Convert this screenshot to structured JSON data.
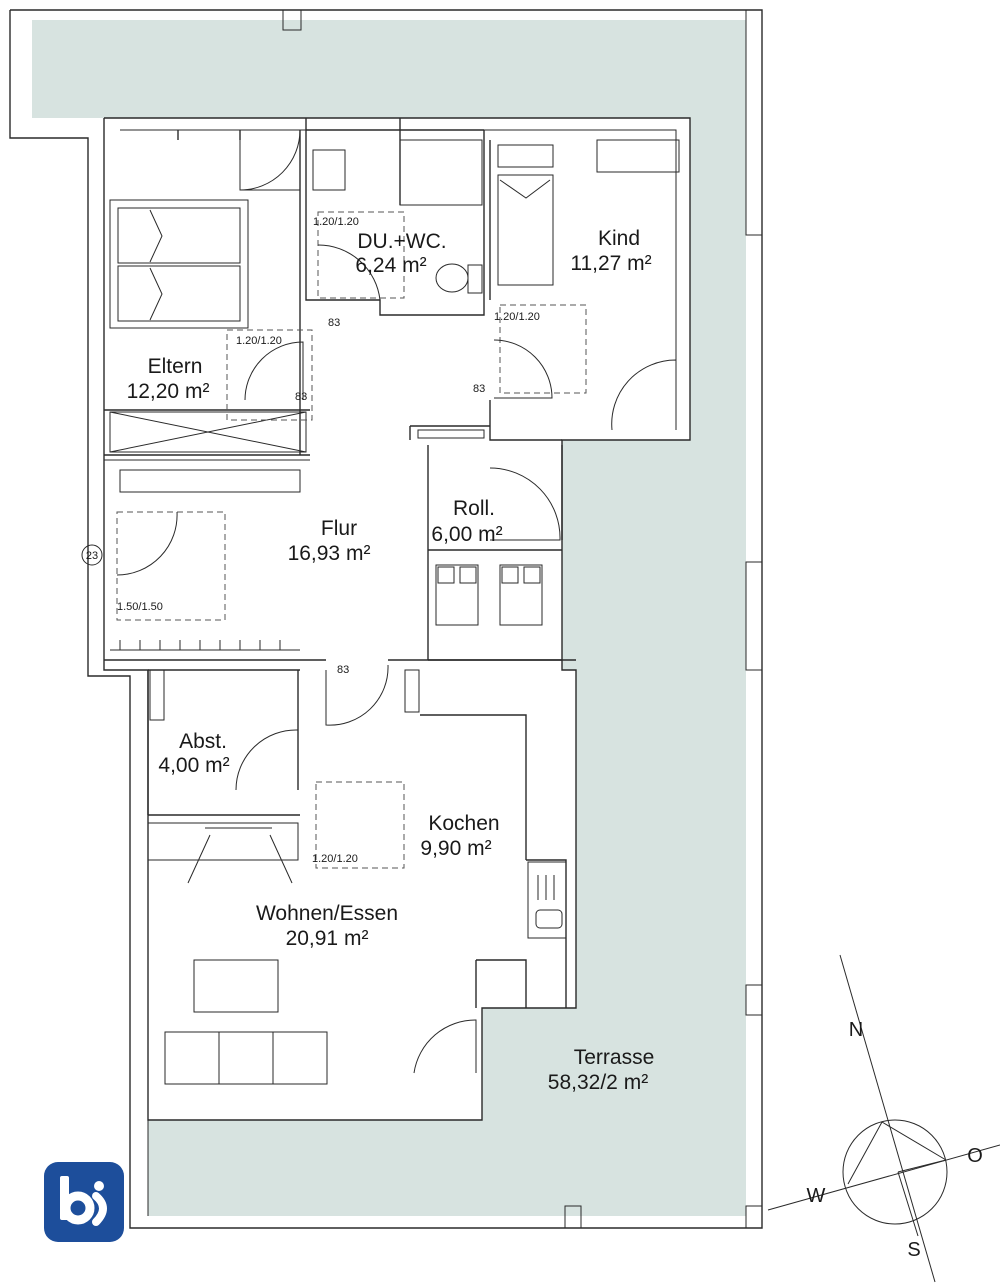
{
  "rooms": [
    {
      "name": "Eltern",
      "area": "12,20 m²"
    },
    {
      "name": "DU.+WC.",
      "area": "6,24 m²"
    },
    {
      "name": "Kind",
      "area": "11,27 m²"
    },
    {
      "name": "Flur",
      "area": "16,93 m²"
    },
    {
      "name": "Roll.",
      "area": "6,00 m²"
    },
    {
      "name": "Abst.",
      "area": "4,00 m²"
    },
    {
      "name": "Kochen",
      "area": "9,90 m²"
    },
    {
      "name": "Wohnen/Essen",
      "area": "20,91 m²"
    },
    {
      "name": "Terrasse",
      "area": "58,32/2 m²"
    }
  ],
  "dimensions": {
    "bath_turning": "1.20/1.20",
    "parents_turning": "1.20/1.20",
    "child_turning": "1.20/1.20",
    "hall_turning": "1.50/1.50",
    "kitchen_turning": "1.20/1.20",
    "door_bath": "83",
    "door_parents": "83",
    "door_child": "83",
    "door_living": "83"
  },
  "marker": "23",
  "compass": {
    "n": "N",
    "o": "O",
    "s": "S",
    "w": "W"
  },
  "colors": {
    "terrace": "#d7e3e0",
    "logo": "#1d4e9b"
  },
  "logo": {
    "icon": "bi-logo-icon"
  }
}
